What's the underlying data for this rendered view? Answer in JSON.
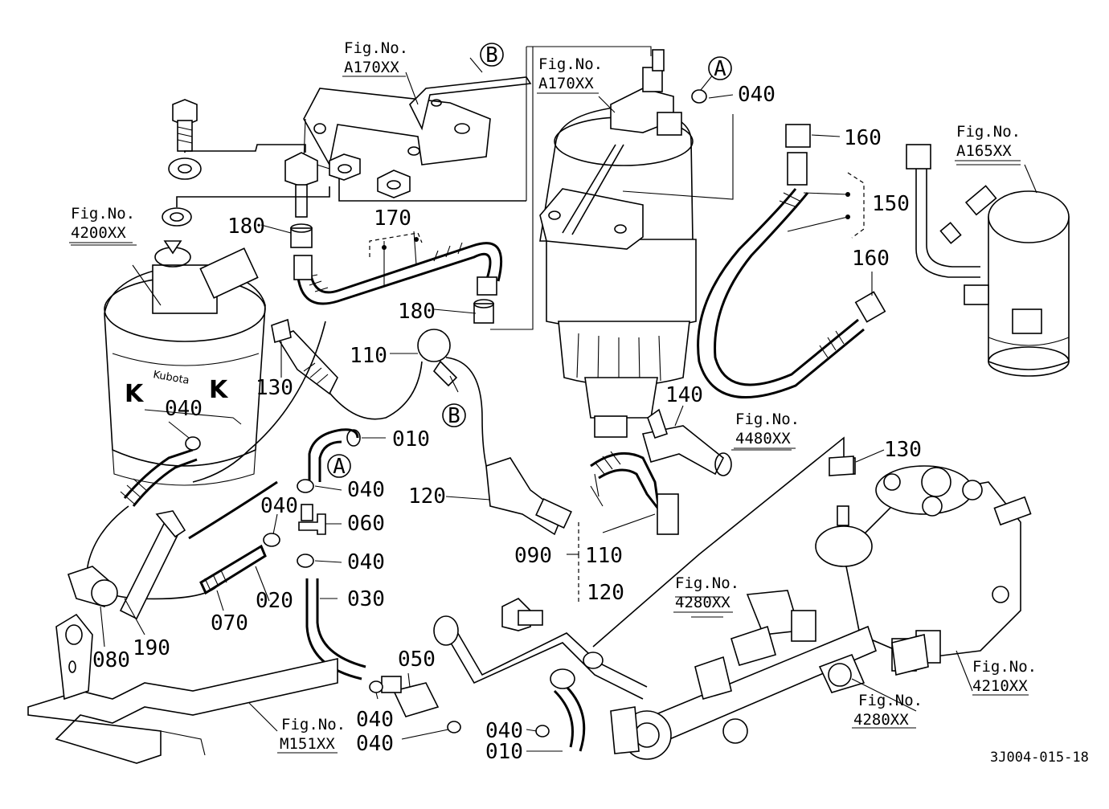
{
  "diagram": {
    "drawing_code": "3J004-015-18",
    "callouts": {
      "c010a": "010",
      "c010b": "010",
      "c020": "020",
      "c030": "030",
      "c040a": "040",
      "c040b": "040",
      "c040c": "040",
      "c040d": "040",
      "c040e": "040",
      "c040f": "040",
      "c040g": "040",
      "c040h": "040",
      "c050": "050",
      "c060": "060",
      "c070": "070",
      "c080": "080",
      "c090": "090",
      "c110a": "110",
      "c110b": "110",
      "c120a": "120",
      "c120b": "120",
      "c130a": "130",
      "c130b": "130",
      "c140": "140",
      "c150": "150",
      "c160a": "160",
      "c160b": "160",
      "c170": "170",
      "c180a": "180",
      "c180b": "180",
      "c190": "190"
    },
    "markers": {
      "a1": "A",
      "a2": "A",
      "b1": "B",
      "b2": "B"
    },
    "fig_refs": {
      "r1": {
        "label": "Fig.No.",
        "code": "A170XX"
      },
      "r2": {
        "label": "Fig.No.",
        "code": "A170XX"
      },
      "r3": {
        "label": "Fig.No.",
        "code": "4200XX"
      },
      "r4": {
        "label": "Fig.No.",
        "code": "A165XX"
      },
      "r5": {
        "label": "Fig.No.",
        "code": "4480XX"
      },
      "r6": {
        "label": "Fig.No.",
        "code": "4280XX"
      },
      "r7": {
        "label": "Fig.No.",
        "code": "4210XX"
      },
      "r8": {
        "label": "Fig.No.",
        "code": "4280XX"
      },
      "r9": {
        "label": "Fig.No.",
        "code": "M151XX"
      }
    },
    "filter_brand": "Kubota"
  }
}
